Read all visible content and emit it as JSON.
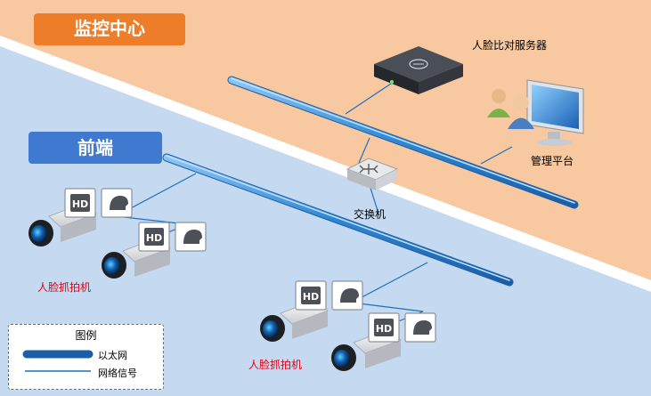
{
  "zones": {
    "center_label": "监控中心",
    "front_label": "前端"
  },
  "devices": {
    "face_server": "人脸比对服务器",
    "management": "管理平台",
    "switch": "交换机",
    "camera_group_1": "人脸抓拍机",
    "camera_group_2": "人脸抓拍机"
  },
  "badges": {
    "hd": "HD"
  },
  "legend": {
    "title": "图例",
    "ethernet": "以太网",
    "network_signal": "网络信号"
  },
  "colors": {
    "center_bg": "#f8c9a0",
    "front_bg": "#c5d9f0",
    "center_tag": "#ee7d2a",
    "front_tag": "#3f7ad0",
    "bus": "#2a7fc9",
    "signal_line": "#1f6fbf",
    "camera_label": "#e60012"
  }
}
